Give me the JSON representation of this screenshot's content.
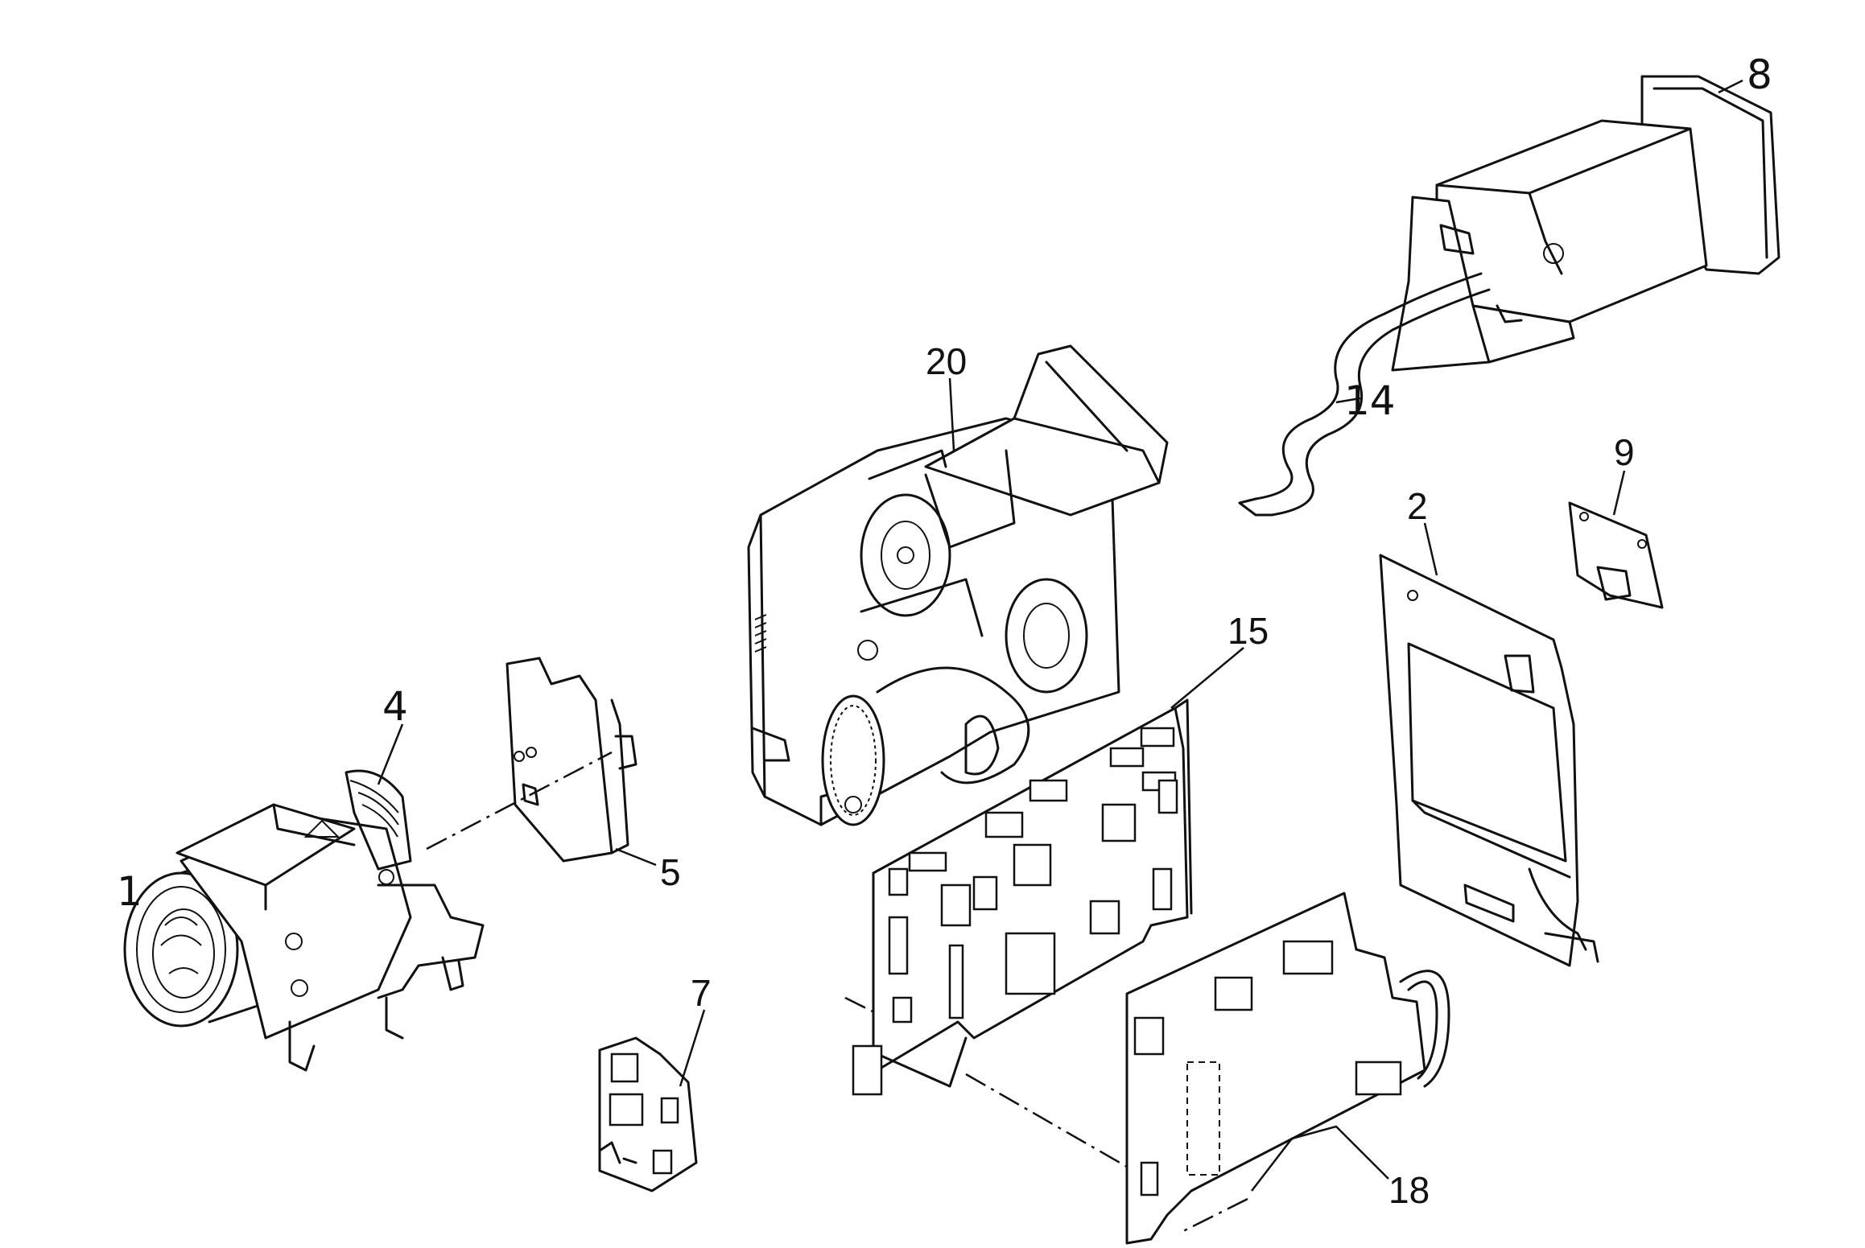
{
  "callouts": {
    "c1": "1",
    "c2": "2",
    "c4": "4",
    "c5": "5",
    "c7": "7",
    "c8": "8",
    "c9": "9",
    "c14": "14",
    "c15": "15",
    "c18": "18",
    "c20": "20"
  }
}
